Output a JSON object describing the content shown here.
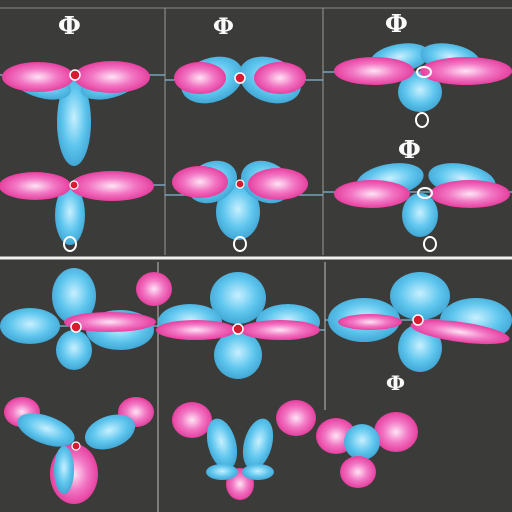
{
  "figure": {
    "labels": [
      "Ф",
      "Ф",
      "Ф",
      "Ф",
      "Ф"
    ],
    "colors": {
      "background": "#3b3b39",
      "cyan_lobe": "#5fc6ee",
      "cyan_glow": "#a8e6ff",
      "magenta_lobe": "#ee3fa0",
      "magenta_glow": "#ffc4ec",
      "axis": "#7fb8d8",
      "divider": "#f2f2f2",
      "nucleus": "#d81b30"
    }
  }
}
